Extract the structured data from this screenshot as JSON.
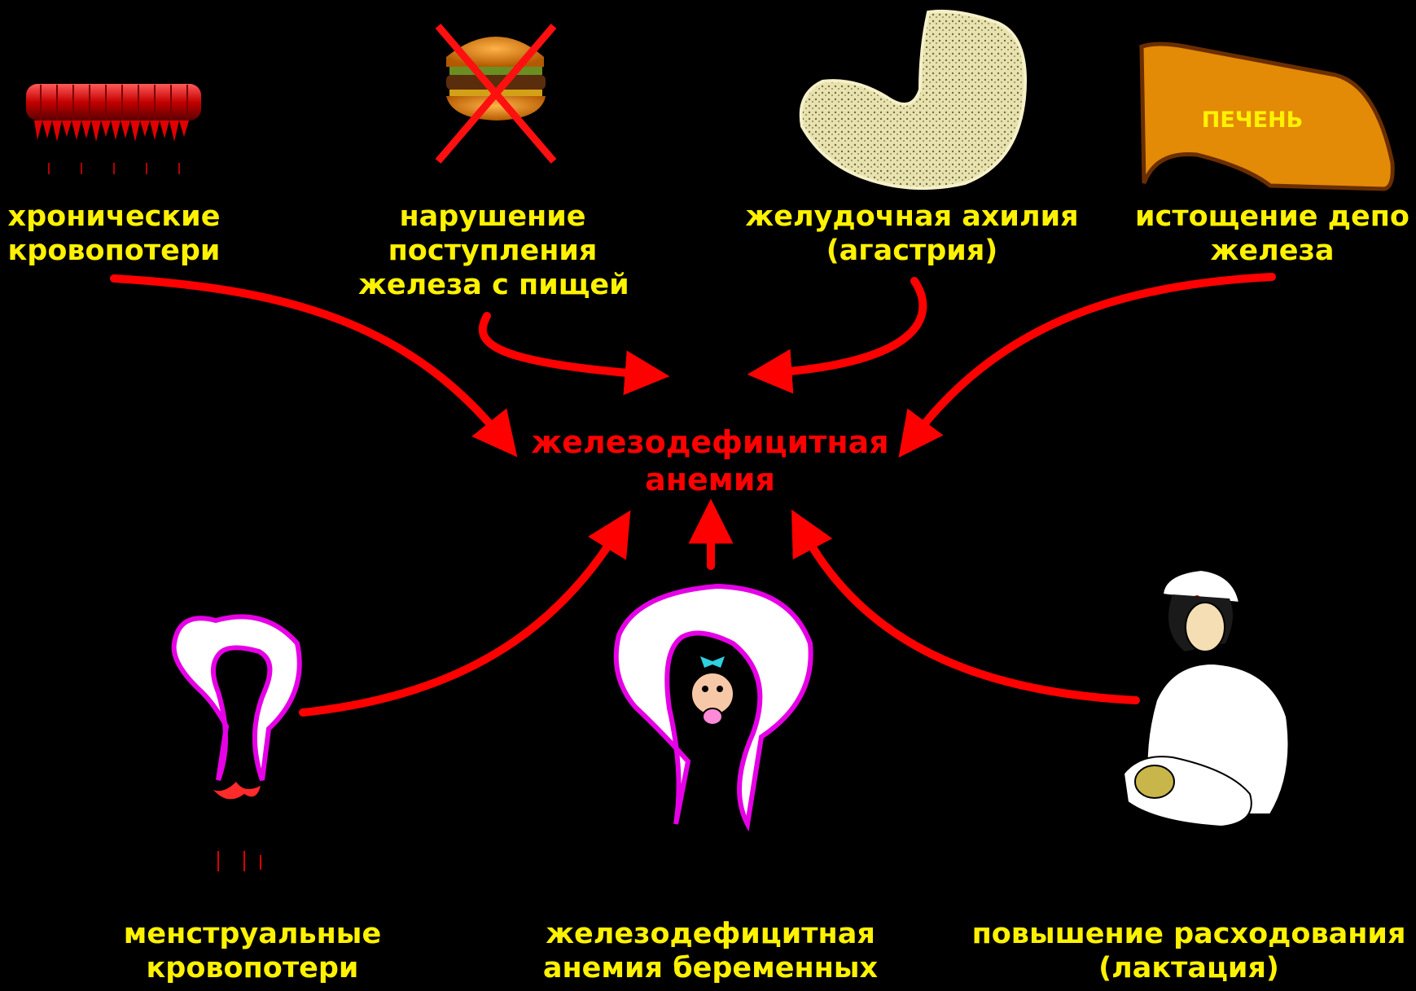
{
  "center": {
    "line1": "железодефицитная",
    "line2": "анемия"
  },
  "causes": {
    "blood_loss": {
      "line1": "хронические",
      "line2": "кровопотери"
    },
    "food_intake": {
      "line1": "нарушение",
      "line2": "поступления",
      "line3": "железа с пищей"
    },
    "achylia": {
      "line1": "желудочная ахилия",
      "line2": "(агастрия)"
    },
    "depot": {
      "line1": "истощение депо",
      "line2": "железа"
    },
    "menstrual": {
      "line1": "менструальные",
      "line2": "кровопотери"
    },
    "pregnancy": {
      "line1": "железодефицитная",
      "line2": "анемия беременных"
    },
    "lactation": {
      "line1": "повышение расходования",
      "line2": "(лактация)"
    }
  },
  "liver_label": "ПЕЧЕНЬ",
  "colors": {
    "background": "#000000",
    "label": "#FFF200",
    "center": "#FF0000",
    "arrow": "#FF0000",
    "uterus_outline": "#E600E6",
    "liver": "#E38A06"
  },
  "icons": [
    "blood-vessel-icon",
    "crossed-burger-icon",
    "stomach-icon",
    "liver-icon",
    "uterus-icon",
    "pregnant-uterus-icon",
    "nursing-mother-icon"
  ]
}
